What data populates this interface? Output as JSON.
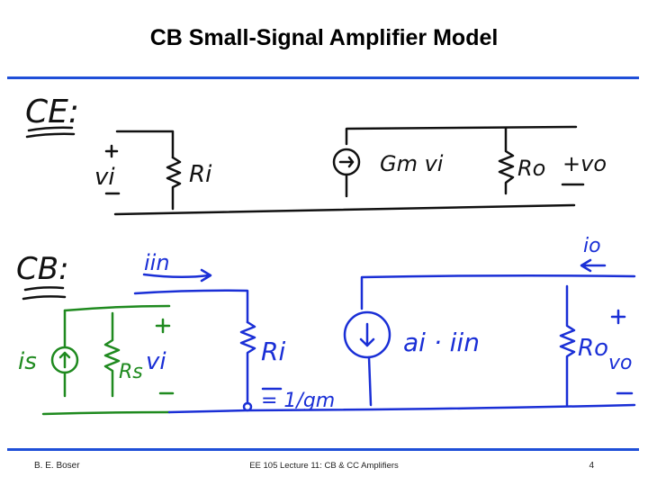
{
  "slide": {
    "title": "CB Small-Signal Amplifier Model"
  },
  "colors": {
    "rule": "#1f4fd8",
    "ink_black": "#111111",
    "ink_blue": "#1a2fd6",
    "ink_green": "#1f8a1f"
  },
  "annotations": {
    "ce_heading": "CE:",
    "ce_vi": "vi",
    "ce_ri": "Ri",
    "ce_source": "Gm vi",
    "ce_ro": "Ro",
    "ce_vo": "+vo",
    "cb_heading": "CB:",
    "cb_iin": "iin",
    "cb_io": "io",
    "cb_is": "is",
    "cb_rs": "Rs",
    "cb_vi": "vi",
    "cb_ri": "Ri",
    "cb_ri_value": "= 1/gm",
    "cb_source": "ai · iin",
    "cb_ro": "Ro",
    "cb_vo": "vo"
  },
  "footer": {
    "author": "B. E. Boser",
    "lecture": "EE 105 Lecture 11: CB & CC Amplifiers",
    "page": "4"
  }
}
